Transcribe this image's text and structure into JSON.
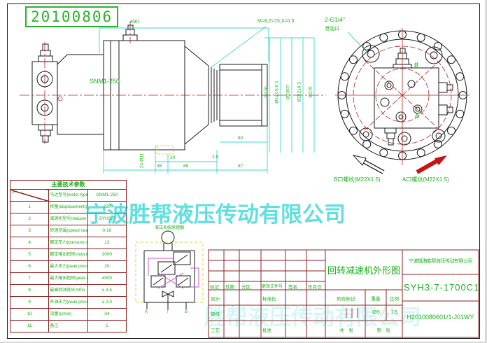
{
  "page": {
    "date_stamp": "20100806"
  },
  "colors": {
    "text_green": "#18b018",
    "dim_cyan": "#00c8c8",
    "line_maroon": "#8b2020",
    "watermark_cyan": "#00cccc",
    "arrow_red": "#cc1111"
  },
  "icons": {
    "diag_arrow": "➚"
  },
  "watermark": {
    "line1": "宁波胜帮液压传动有限公司",
    "line2": "胜帮液压传动有限公司"
  },
  "side_view": {
    "model_label": "SNM1-250",
    "dims": {
      "overall_length": "490",
      "gear_note": "M=8,Z=15,X=0.5",
      "dia_120": "Ø120",
      "dia_143": "Ø143.5-0.1",
      "dia_235": "Ø235f7",
      "dia_252": "Ø252±0.3",
      "dia_270": "Ø270",
      "dim_80": "80",
      "bolt_note": "24-Ø11",
      "dim_36": "36",
      "dim_20": "20",
      "dim_88": "88",
      "dim_2_5": "2.5",
      "dim_87": "87"
    }
  },
  "end_view": {
    "drain_port_label": "2-G1/4\"",
    "drain_port_sub": "泄油口",
    "port_b_label": "B",
    "port_a_label": "A",
    "port_b_note": "B口螺纹(M22X1.5)",
    "port_a_note": "A口螺纹(M22X1.5)"
  },
  "schematic": {
    "caption": "液压系统原理图",
    "port_a": "A",
    "port_t": "T",
    "port_b": "B"
  },
  "params_table": {
    "title": "主要技术参数",
    "motor_type_label": "马达型号(motor type)",
    "motor_type_value": "SNM1-250",
    "rows": [
      {
        "no": "1",
        "label": "排量(displacement)(ml)",
        "value": "250"
      },
      {
        "no": "2",
        "label": "减速机型号(reducer type)",
        "value": "SYH3-7"
      },
      {
        "no": "3",
        "label": "转速范围(speed range) r/min",
        "value": "0-10"
      },
      {
        "no": "4",
        "label": "额定压力(pressure rating)Mpa",
        "value": "13"
      },
      {
        "no": "5",
        "label": "额定输出扭矩(output torque rating) N.M",
        "value": "3000"
      },
      {
        "no": "6",
        "label": "最大压力(peak pressure) Mpa",
        "value": "20"
      },
      {
        "no": "7",
        "label": "最大输出扭矩(peak output torque) N.M",
        "value": "4500"
      },
      {
        "no": "8",
        "label": "最高回油背压 MPa",
        "value": "≤ 3.5"
      },
      {
        "no": "9",
        "label": "补油压力(peak pressure) Mpa",
        "value": "≥ 2.0"
      },
      {
        "no": "10",
        "label": "流量(L/min)",
        "value": "34"
      },
      {
        "no": "11",
        "label": "备注",
        "value": "1"
      }
    ]
  },
  "title_block": {
    "company": "宁波镇海胜帮液压传动有限公司",
    "drawing_title": "回转减速机外形图",
    "part_number": "SYH3-7-1700C1",
    "drawing_code": "H2010080601/1-J01WY",
    "labels": {
      "mark": "标记",
      "count": "处数",
      "zone": "分区",
      "change_file": "更改文件号",
      "signature": "签名",
      "date": "年月日",
      "design": "设计",
      "standardization": "标准化",
      "review": "审核",
      "process": "工艺",
      "approve": "批准",
      "stage_mark": "阶段标记",
      "weight": "重量",
      "scale": "比例",
      "sheet_total": "共　张",
      "sheet_index": "第　张"
    },
    "values": {
      "weight": "185",
      "scale": "1:5"
    }
  }
}
